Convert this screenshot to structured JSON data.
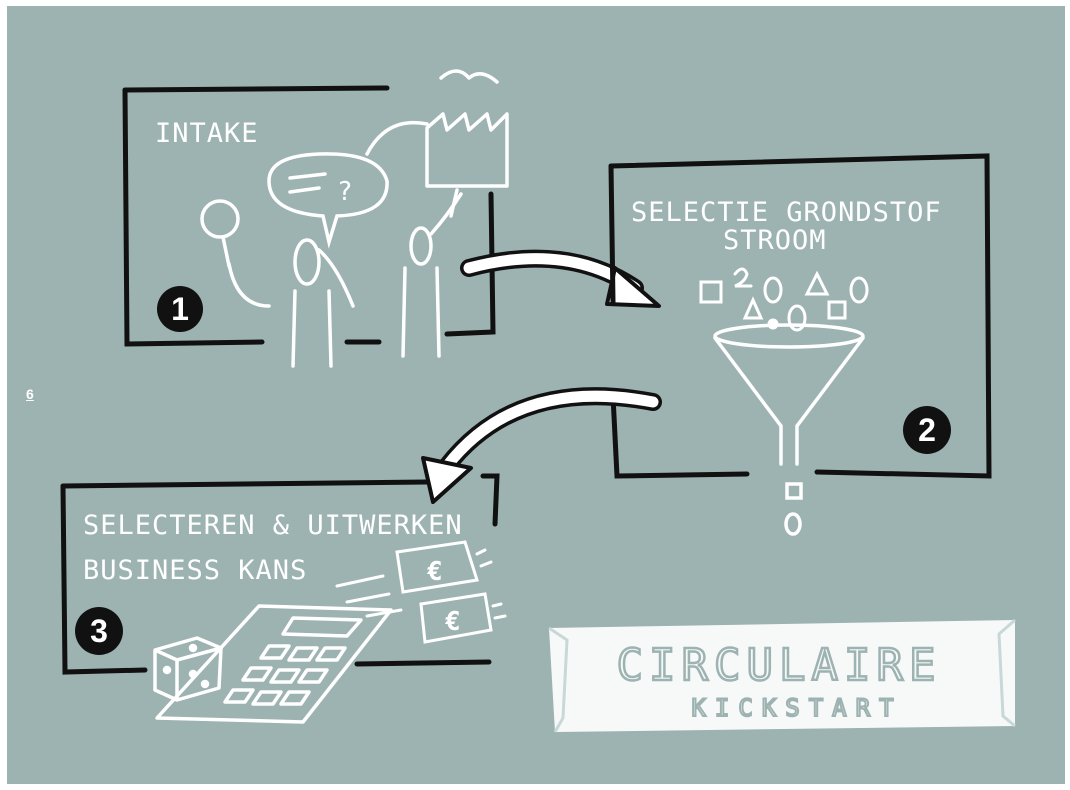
{
  "page_number": "6",
  "steps": [
    {
      "number": "1",
      "title": "INTAKE"
    },
    {
      "number": "2",
      "title_line1": "SELECTIE GRONDSTOF",
      "title_line2": "STROOM"
    },
    {
      "number": "3",
      "title_line1": "SELECTEREN & UITWERKEN",
      "title_line2": "BUSINESS KANS"
    }
  ],
  "banner": {
    "line1": "CIRCULAIRE",
    "line2": "KICKSTART"
  },
  "icons": [
    "magnifier-icon",
    "speech-bubble-icon",
    "factory-icon",
    "funnel-icon",
    "calculator-icon",
    "dice-icon",
    "banknote-icon",
    "arrow-icon"
  ],
  "colors": {
    "background": "#9db3b1",
    "ink": "#111111",
    "chalk": "#ffffff"
  }
}
